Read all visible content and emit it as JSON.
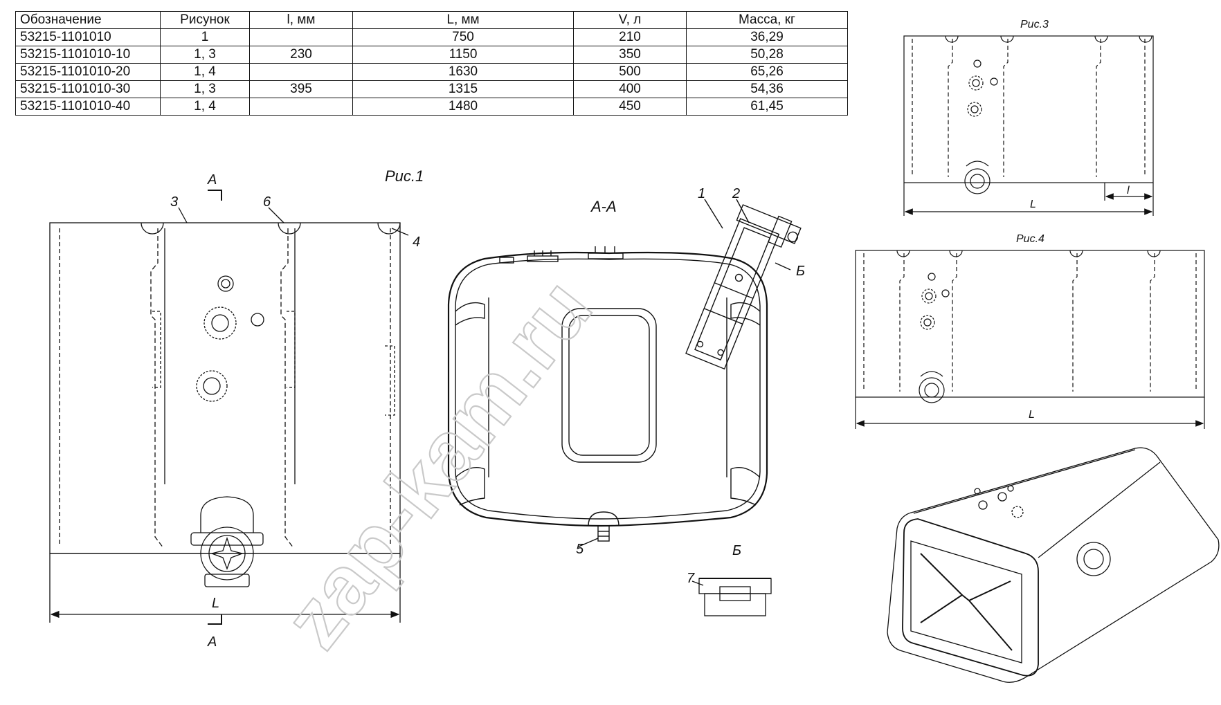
{
  "table": {
    "headers": [
      "Обозначение",
      "Рисунок",
      "l, мм",
      "L, мм",
      "V, л",
      "Масса, кг"
    ],
    "rows": [
      [
        "53215-1101010",
        "1",
        "",
        "750",
        "210",
        "36,29"
      ],
      [
        "53215-1101010-10",
        "1, 3",
        "230",
        "1150",
        "350",
        "50,28"
      ],
      [
        "53215-1101010-20",
        "1, 4",
        "",
        "1630",
        "500",
        "65,26"
      ],
      [
        "53215-1101010-30",
        "1, 3",
        "395",
        "1315",
        "400",
        "54,36"
      ],
      [
        "53215-1101010-40",
        "1, 4",
        "",
        "1480",
        "450",
        "61,45"
      ]
    ]
  },
  "figures": {
    "fig1": {
      "title": "Рис.1",
      "dim_L": "L",
      "section_top": "А",
      "section_bottom": "А",
      "callouts": [
        "3",
        "6",
        "4"
      ]
    },
    "section": {
      "title": "А-А",
      "callouts": [
        "1",
        "2",
        "5"
      ],
      "view_ref": "Б"
    },
    "detail": {
      "title": "Б",
      "callout": "7"
    },
    "fig3": {
      "title": "Рис.3",
      "dim_L": "L",
      "dim_l": "l"
    },
    "fig4": {
      "title": "Рис.4",
      "dim_L": "L"
    }
  },
  "watermark": "zap-kam.ru"
}
